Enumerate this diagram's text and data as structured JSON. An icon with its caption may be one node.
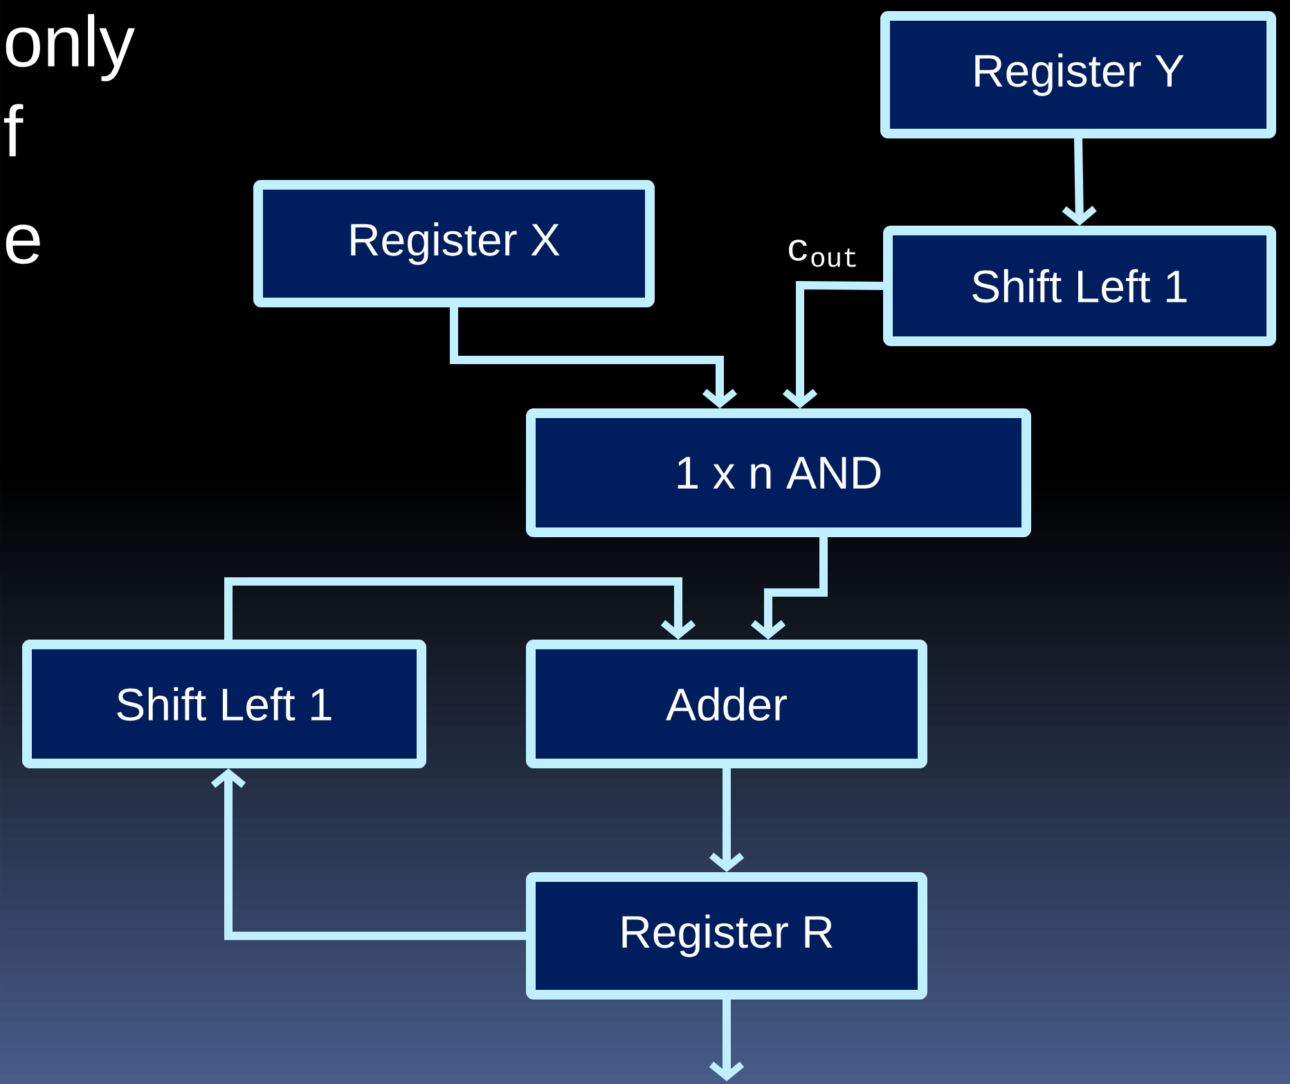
{
  "diagram": {
    "nodes": [
      {
        "text": [
          "Register Y"
        ]
      },
      {
        "text": [
          "Register X"
        ]
      },
      {
        "text": [
          "Shift Left 1"
        ]
      },
      {
        "text": [
          "1 x n AND"
        ]
      },
      {
        "text": [
          "Shift Left 1"
        ]
      },
      {
        "text": [
          "Adder"
        ]
      },
      {
        "text": [
          "Register R"
        ]
      }
    ],
    "edges": [
      {
        "from": 0,
        "to": 2,
        "arrow": "to"
      },
      {
        "from": 1,
        "to": 3,
        "arrow": "to"
      },
      {
        "from": 2,
        "to": 3,
        "arrow": "to",
        "label": "c$_{out}$"
      },
      {
        "from": 3,
        "to": 5,
        "arrow": "to"
      },
      {
        "from": 4,
        "to": 5,
        "arrow": "to"
      },
      {
        "from": 5,
        "to": 6,
        "arrow": "to"
      },
      {
        "from": 6,
        "to": 4,
        "arrow": "to"
      },
      {
        "from": 6,
        "to": null,
        "arrow": "to"
      }
    ],
    "labels": [
      "only",
      "f",
      "e"
    ]
  }
}
